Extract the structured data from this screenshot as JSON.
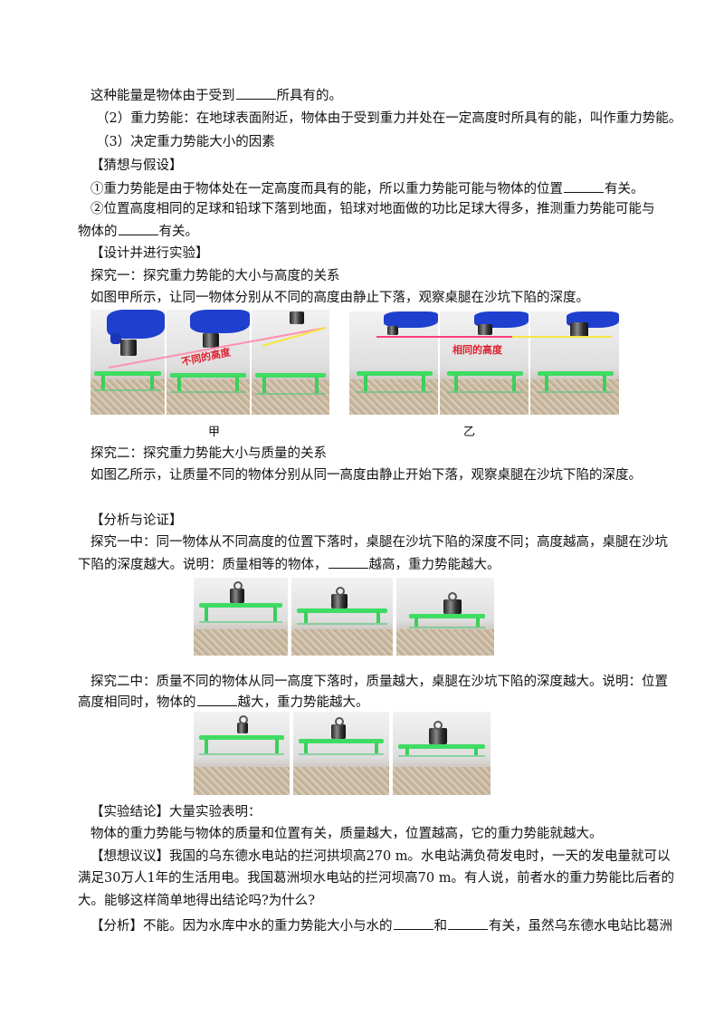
{
  "lines": [
    {
      "id": "l1",
      "pre": "这种能量是物体由于受到",
      "post": "所具有的。"
    },
    {
      "id": "l2",
      "text": "（2）重力势能：在地球表面附近，物体由于受到重力并处在一定高度时所具有的能，叫作重力势能。"
    },
    {
      "id": "l3",
      "text": "（3）决定重力势能大小的因素"
    },
    {
      "id": "l4",
      "text": "【猜想与假设】"
    },
    {
      "id": "l5",
      "pre": "①重力势能是由于物体处在一定高度而具有的能，所以重力势能可能与物体的位置",
      "post": "有关。"
    },
    {
      "id": "l6",
      "text": "②位置高度相同的足球和铅球下落到地面，铅球对地面做的功比足球大得多，推测重力势能可能与"
    },
    {
      "id": "l7",
      "pre": "物体的",
      "post": "有关。"
    },
    {
      "id": "l8",
      "text": "【设计并进行实验】"
    },
    {
      "id": "l9",
      "text": "探究一：探究重力势能的大小与高度的关系"
    },
    {
      "id": "l10",
      "text": "如图甲所示，让同一物体分别从不同的高度由静止下落，观察桌腿在沙坑下陷的深度。"
    },
    {
      "id": "l11",
      "text": "探究二：探究重力势能大小与质量的关系"
    },
    {
      "id": "l12",
      "text": "如图乙所示，让质量不同的物体分别从同一高度由静止开始下落，观察桌腿在沙坑下陷的深度。"
    },
    {
      "id": "l13",
      "text": "【分析与论证】"
    },
    {
      "id": "l14",
      "text": "探究一中：同一物体从不同高度的位置下落时，桌腿在沙坑下陷的深度不同；高度越高，桌腿在沙坑"
    },
    {
      "id": "l15",
      "pre": "下陷的深度越大。说明：质量相等的物体，",
      "post": "越高，重力势能越大。"
    },
    {
      "id": "l16",
      "text": "探究二中：质量不同的物体从同一高度下落时，质量越大，桌腿在沙坑下陷的深度越大。说明：位置"
    },
    {
      "id": "l17",
      "pre": "高度相同时，物体的",
      "post": "越大，重力势能越大。"
    },
    {
      "id": "l18",
      "text": "【实验结论】大量实验表明："
    },
    {
      "id": "l19",
      "text": "物体的重力势能与物体的质量和位置有关，质量越大，位置越高，它的重力势能就越大。"
    },
    {
      "id": "l20",
      "text": "【想想议议】我国的乌东德水电站的拦河拱坝高270 m。水电站满负荷发电时，一天的发电量就可以"
    },
    {
      "id": "l21",
      "text": "满足30万人1年的生活用电。我国葛洲坝水电站的拦河坝高70 m。有人说，前者水的重力势能比后者的"
    },
    {
      "id": "l22",
      "text": "大。能够这样简单地得出结论吗?为什么?"
    },
    {
      "id": "l23",
      "pre": "【分析】不能。因为水库中水的重力势能大小与水的",
      "mid": "和",
      "post": "有关，虽然乌东德水电站比葛洲"
    }
  ],
  "figure": {
    "caption_left": "甲",
    "caption_right": "乙",
    "label_left": "不同的高度",
    "label_right": "相同的高度"
  }
}
